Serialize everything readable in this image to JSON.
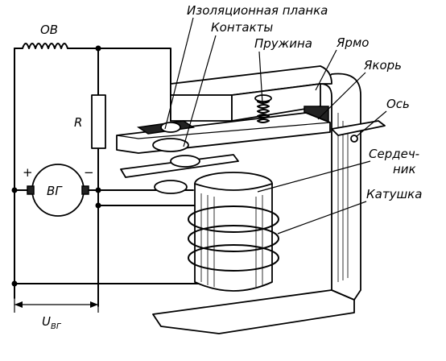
{
  "labels": {
    "insulation_bar": "Изоляционная планка",
    "contacts": "Контакты",
    "spring": "Пружина",
    "yoke": "Ярмо",
    "armature": "Якорь",
    "axis": "Ось",
    "core_line1": "Сердеч-",
    "core_line2": "ник",
    "coil": "Катушка",
    "field_winding": "ОВ",
    "resistor": "R",
    "generator": "ВГ",
    "plus": "+",
    "minus": "−",
    "voltage_main": "U",
    "voltage_sub": "ВГ"
  }
}
